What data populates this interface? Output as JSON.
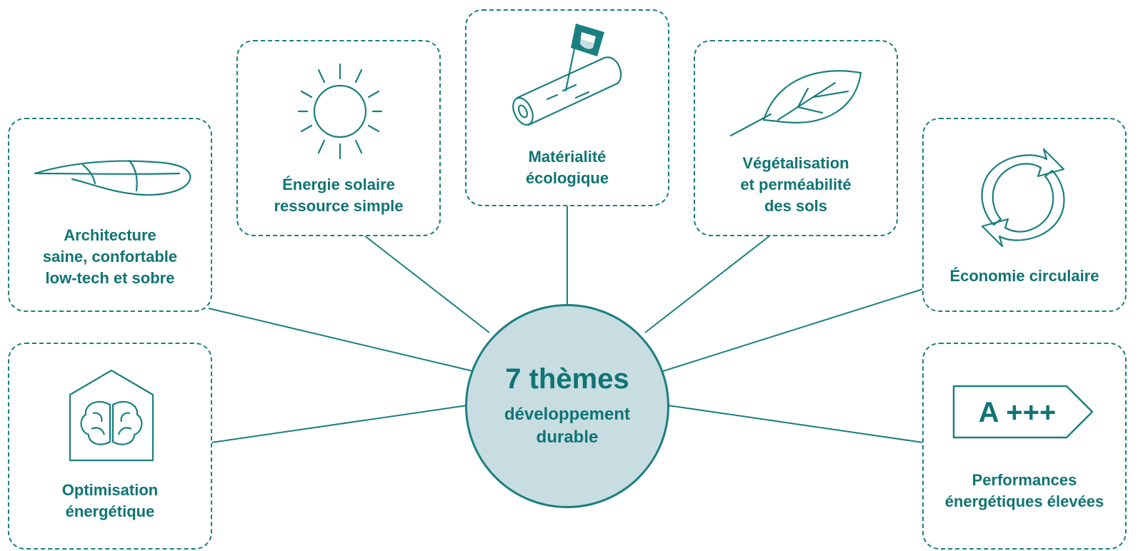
{
  "colors": {
    "accent": "#1a7f80",
    "text": "#0f7474",
    "center_fill": "#c8dde1",
    "background": "#ffffff"
  },
  "center": {
    "title": "7 thèmes",
    "subtitle": "développement\ndurable"
  },
  "themes": [
    {
      "label": "Architecture\nsaine, confortable\nlow-tech et  sobre",
      "icon": "feather-icon"
    },
    {
      "label": "Énergie solaire\nressource simple",
      "icon": "sun-icon"
    },
    {
      "label": "Matérialité\nécologique",
      "icon": "log-with-flag-icon"
    },
    {
      "label": "Végétalisation\net perméabilité\ndes sols",
      "icon": "leaf-icon"
    },
    {
      "label": "Économie circulaire",
      "icon": "recycle-arrows-icon"
    },
    {
      "label": "Optimisation\nénergétique",
      "icon": "house-brain-icon"
    },
    {
      "label": "Performances\nénergétiques élevées",
      "icon": "energy-label-icon",
      "badge": "A +++"
    }
  ]
}
